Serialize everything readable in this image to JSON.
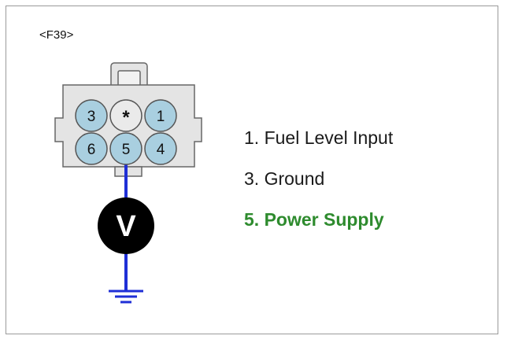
{
  "connector": {
    "label": "<F39>",
    "pins": [
      {
        "number": "3",
        "fill": "#a9cfe0"
      },
      {
        "number": "*",
        "fill": "#eaeaea"
      },
      {
        "number": "1",
        "fill": "#a9cfe0"
      },
      {
        "number": "6",
        "fill": "#a9cfe0"
      },
      {
        "number": "5",
        "fill": "#a9cfe0"
      },
      {
        "number": "4",
        "fill": "#a9cfe0"
      }
    ]
  },
  "meter": {
    "symbol": "V"
  },
  "pin_descriptions": [
    {
      "text": "1. Fuel Level Input",
      "highlight": false
    },
    {
      "text": "3. Ground",
      "highlight": false
    },
    {
      "text": "5. Power Supply",
      "highlight": true
    }
  ],
  "colors": {
    "wire": "#1f2fd6",
    "highlight_text": "#2e8b2e",
    "connector_body": "#e4e4e4",
    "connector_stroke": "#666666"
  }
}
